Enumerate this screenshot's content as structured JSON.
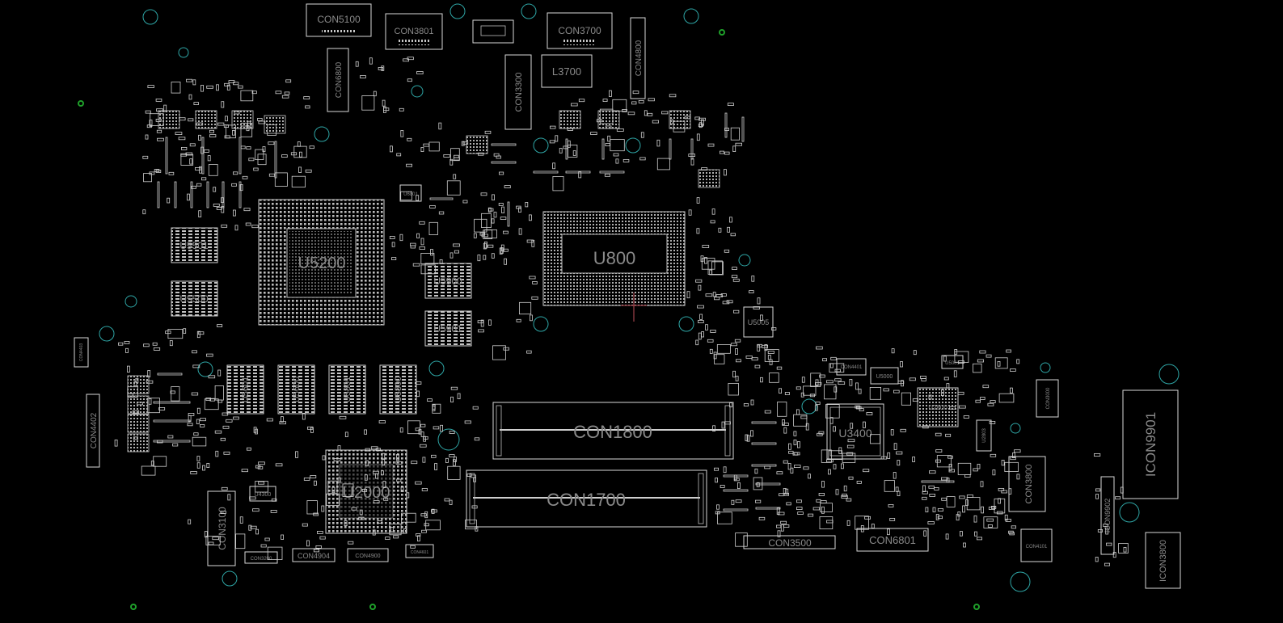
{
  "viewer": {
    "title": "",
    "background": "#000000",
    "outline_color": "#d8d8d8",
    "label_color": "#8a8a8a",
    "via_color": "#2ea5a5",
    "fiducial_color": "#1fa02a",
    "cursor_color": "#c0505a"
  },
  "components": {
    "u800": "U800",
    "u5200": "U5200",
    "u2000": "U2000",
    "u3400": "U3400",
    "u5501": "U5501",
    "u5500": "U5500",
    "u5900": "U5900",
    "u5901": "U5901",
    "u5601": "U5601",
    "u5600": "U5600",
    "u5801": "U5801",
    "u5800": "U5800",
    "u5005": "U5005",
    "u5000": "U5000",
    "u5001": "U5001",
    "u4300": "U4300",
    "u2800": "U2800",
    "u6801": "U6801",
    "l3700": "L3700",
    "con1800": "CON1800",
    "con1700": "CON1700",
    "con5100": "CON5100",
    "con3801": "CON3801",
    "con3700": "CON3700",
    "con4800": "CON4800",
    "con6800": "CON6800",
    "con3300": "CON3300",
    "con4402": "CON4402",
    "con4403": "CON4403",
    "con3100": "CON3100",
    "con3200": "CON3200",
    "con4904": "CON4904",
    "con4900": "CON4900",
    "con4601": "CON4601",
    "con3500": "CON3500",
    "con6801": "CON6801",
    "con3800": "CON3800",
    "icon3800": "ICON3800",
    "con4101": "CON4101",
    "con3000": "CON3000",
    "con4401": "CON4401",
    "icon9901": "ICON9901",
    "icon9902": "ICON9902",
    "u2803": "U2803"
  }
}
